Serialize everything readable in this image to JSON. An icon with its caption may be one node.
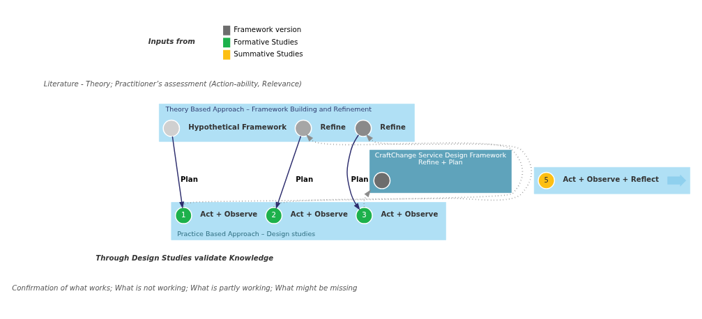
{
  "diagram": {
    "nodes": [
      {
        "text": [
          "Theory Based Approach – Framework Building and Refinement"
        ]
      },
      {
        "text": [],
        "shape": "circle",
        "beside": [
          "Hypothetical Framework"
        ],
        "in": 0
      },
      {
        "text": [],
        "shape": "circle",
        "beside": [
          "Refine"
        ],
        "in": 0
      },
      {
        "text": [],
        "shape": "circle",
        "beside": [
          "Refine"
        ],
        "in": 0
      },
      {
        "text": [
          "Practice Based Approach – Design studies"
        ]
      },
      {
        "text": [
          "1"
        ],
        "beside": [
          "Act + Observe"
        ],
        "in": 4
      },
      {
        "text": [
          "2"
        ],
        "beside": [
          "Act + Observe"
        ],
        "in": 4
      },
      {
        "text": [
          "3"
        ],
        "beside": [
          "Act + Observe"
        ],
        "in": 4
      },
      {
        "text": [
          "CraftChange Service Design Framework",
          "Refine + Plan"
        ]
      },
      {
        "text": [],
        "shape": "circle",
        "in": 8
      },
      {
        "text": [],
        "shape": "arrow"
      },
      {
        "text": [
          "5"
        ],
        "beside": [
          "Act + Observe + Reflect"
        ],
        "in": 10
      }
    ],
    "edges": [
      {
        "from": 1,
        "to": 5,
        "arrow": "to",
        "label": "Plan"
      },
      {
        "from": 5,
        "to": 2,
        "arrow": "to",
        "style": "dashed",
        "color": "#8c8c8c"
      },
      {
        "from": 2,
        "to": 6,
        "arrow": "to",
        "label": "Plan"
      },
      {
        "from": 6,
        "to": 3,
        "arrow": "to",
        "style": "dashed",
        "color": "#8c8c8c"
      },
      {
        "from": 3,
        "to": 7,
        "arrow": "to",
        "label": "Plan"
      },
      {
        "from": 7,
        "to": 8,
        "arrow": "to",
        "style": "dashed",
        "color": "#8c8c8c"
      }
    ],
    "labels": [
      "Inputs from",
      "Literature - Theory; Practitioner’s assessment (Action-ability, Relevance)",
      "Through Design Studies validate Knowledge",
      "Confirmation of what works; What is not working; What is partly working; What might be missing"
    ],
    "legend": [
      {
        "text": "Framework version",
        "color": "#6d6d6d"
      },
      {
        "text": "Formative Studies",
        "color": "#1db14b"
      },
      {
        "text": "Summative Studies",
        "color": "#fdbf13"
      }
    ]
  }
}
